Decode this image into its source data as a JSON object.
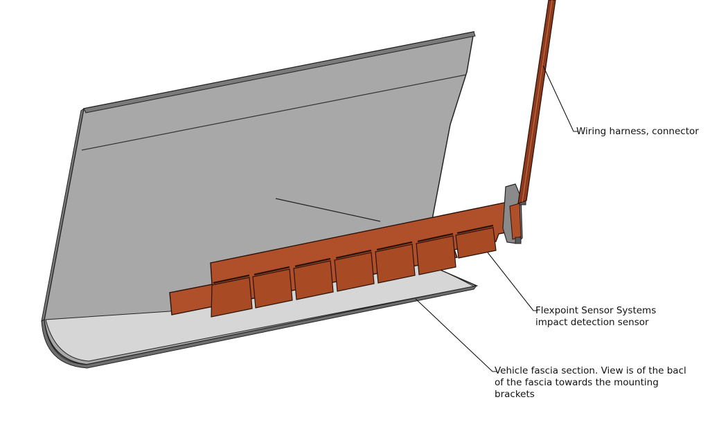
{
  "colors": {
    "fascia_fill": "#a8a8a8",
    "fascia_inner": "#d4d4d4",
    "fascia_edge": "#222222",
    "sensor_fill": "#b0502a",
    "sensor_edge": "#2a1208",
    "harness_fill": "#8c3a1e",
    "leader_line": "#111111"
  },
  "callouts": {
    "harness": {
      "line1": "Wiring harness, connector"
    },
    "sensor": {
      "line1": "Flexpoint Sensor Systems",
      "line2": "impact detection sensor"
    },
    "fascia": {
      "line1": "Vehicle fascia section. View is of the bacl",
      "line2": "of the fascia towards the mounting",
      "line3": "brackets"
    }
  }
}
